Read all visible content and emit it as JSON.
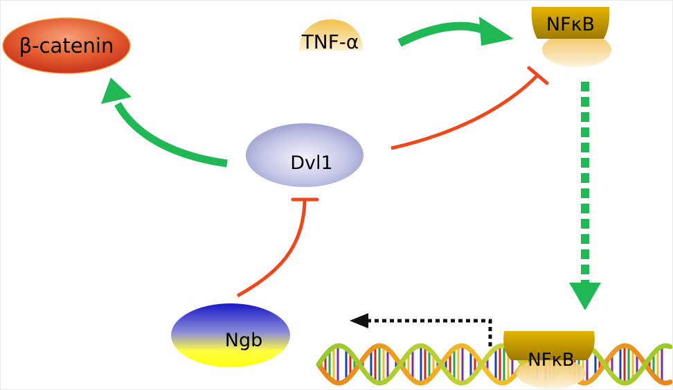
{
  "nodes": {
    "beta_catenin": {
      "label": "β-catenin"
    },
    "tnf_alpha": {
      "label": "TNF-α"
    },
    "nfkb_top": {
      "label": "NFκB"
    },
    "dvl1": {
      "label": "Dvl1"
    },
    "ngb": {
      "label": "Ngb"
    },
    "nfkb_dna": {
      "label": "NFκB"
    }
  },
  "colors": {
    "activation": "#1fb855",
    "inhibition": "#f0461b",
    "transcription_arrow": "#111111",
    "nfkb_dark": "#c8a000",
    "nfkb_light": "#f2c04a",
    "dvl1_fill": "#a9acd8",
    "beta_catenin_fill": "#e0502a",
    "ngb_top": "#2a2ad0",
    "ngb_bottom": "#ffff30",
    "tnf_fill": "#f6d27a"
  },
  "edges": [
    {
      "from": "tnf_alpha",
      "to": "nfkb_top",
      "type": "activation"
    },
    {
      "from": "dvl1",
      "to": "beta_catenin",
      "type": "activation"
    },
    {
      "from": "dvl1",
      "to": "nfkb_top",
      "type": "inhibition"
    },
    {
      "from": "ngb",
      "to": "dvl1",
      "type": "inhibition"
    },
    {
      "from": "nfkb_top",
      "to": "nfkb_dna",
      "type": "translocation"
    },
    {
      "from": "nfkb_dna",
      "to": "dna",
      "type": "transcription"
    }
  ]
}
